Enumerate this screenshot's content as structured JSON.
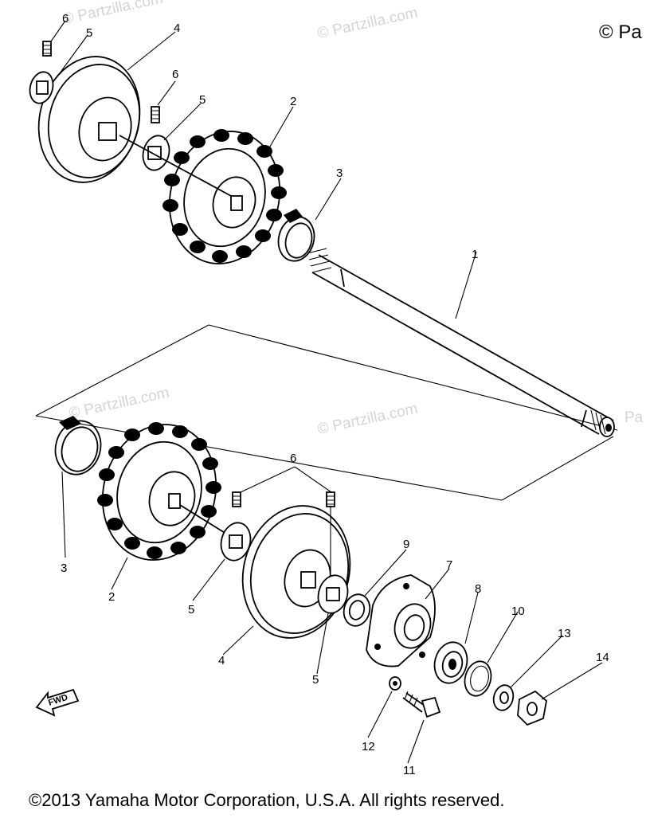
{
  "watermarks": [
    "© Partzilla.com",
    "© Partzilla.com",
    "© Partzilla.com",
    "© Partzilla.com"
  ],
  "corner_watermark": "© Pa",
  "corner_watermark_right": "Pa",
  "copyright": "©2013 Yamaha Motor Corporation, U.S.A. All rights reserved.",
  "fwd_label": "FWD",
  "callouts": {
    "shaft": "1",
    "sprocket_upper": "2",
    "sprocket_lower": "2",
    "clamp_upper": "3",
    "clamp_lower": "3",
    "wheel_upper": "4",
    "wheel_lower": "4",
    "collar_upper_a": "5",
    "collar_upper_b": "5",
    "collar_lower_a": "5",
    "collar_lower_b": "5",
    "setscrew_upper_a": "6",
    "setscrew_upper_b": "6",
    "setscrew_lower": "6",
    "housing": "7",
    "bearing": "8",
    "seal": "9",
    "circlip": "10",
    "bolt": "11",
    "washer_small": "12",
    "washer_large": "13",
    "nut": "14"
  }
}
